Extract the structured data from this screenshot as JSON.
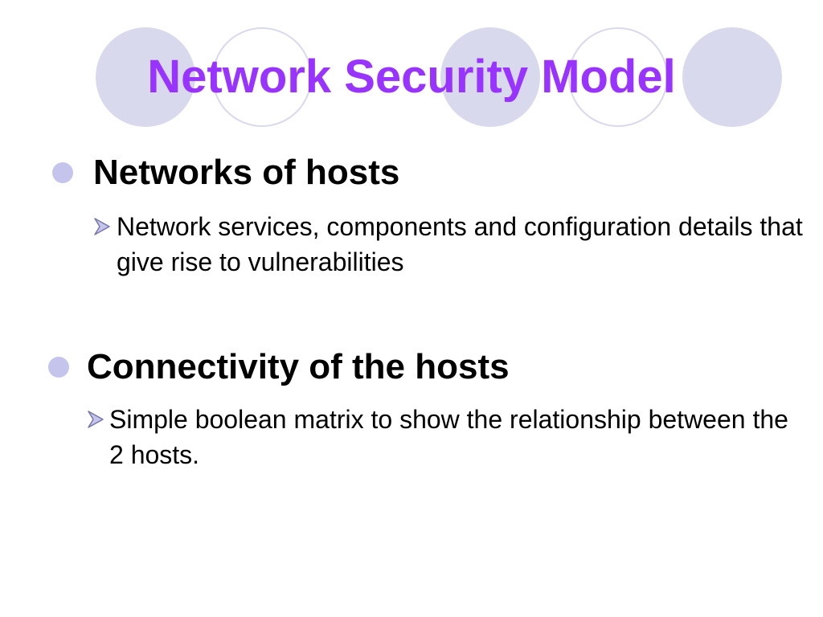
{
  "slide": {
    "title": "Network Security Model",
    "bullets": [
      {
        "heading": "Networks of hosts",
        "sub": "Network services, components and configuration details that give rise to vulnerabilities"
      },
      {
        "heading": "Connectivity of the hosts",
        "sub": "Simple boolean matrix to show the relationship between the 2 hosts."
      }
    ]
  },
  "colors": {
    "title": "#9933ff",
    "circle": "#d9d9ee",
    "bullet": "#c4c4ec"
  }
}
